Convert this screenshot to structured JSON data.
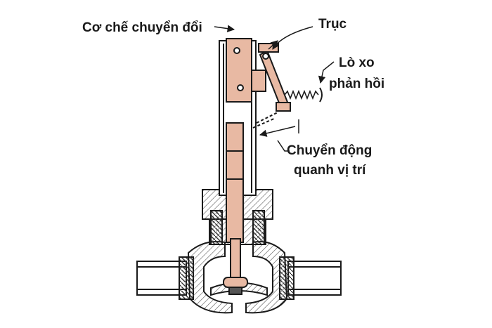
{
  "labels": {
    "switch_mechanism": "Cơ chế chuyển đổi",
    "shaft": "Trục",
    "spring_line1": "Lò xo",
    "spring_line2": "phản hồi",
    "motion_line1": "Chuyển động",
    "motion_line2": "quanh vị trí"
  },
  "colors": {
    "outline": "#1a1a1a",
    "copper": "#e8b9a3",
    "copper_dark": "#c98f76",
    "body_fill": "#ffffff",
    "hatch": "#555555"
  }
}
